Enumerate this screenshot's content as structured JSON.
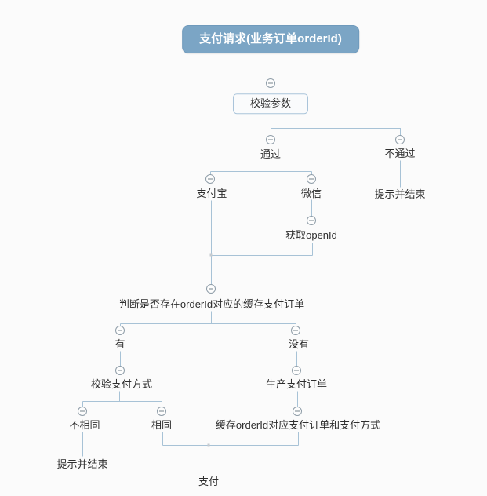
{
  "app": {
    "view_title": "支付流程脑图",
    "background": "#FBFBFB"
  },
  "colors": {
    "root_fill": "#7BA5C5",
    "root_border": "#6F9ABC",
    "root_text": "#FFFFFF",
    "connector_line": "#A7C2D6",
    "box_border": "#A9C4DA",
    "box_fill": "#FAFBFC",
    "label_text": "#2E2E2E",
    "collapse_ring": "#8F9DA8"
  },
  "icons": {
    "collapse": "−"
  },
  "diagram": {
    "type": "mindmap-flowchart",
    "nodes": [
      {
        "id": "root",
        "label": "支付请求(业务订单orderId)"
      },
      {
        "id": "check_params",
        "label": "校验参数"
      },
      {
        "id": "pass",
        "label": "通过"
      },
      {
        "id": "fail",
        "label": "不通过"
      },
      {
        "id": "fail_end",
        "label": "提示并结束"
      },
      {
        "id": "alipay",
        "label": "支付宝"
      },
      {
        "id": "wechat",
        "label": "微信"
      },
      {
        "id": "get_openid",
        "label": "获取openId"
      },
      {
        "id": "judge_cache",
        "label": "判断是否存在orderId对应的缓存支付订单"
      },
      {
        "id": "has",
        "label": "有"
      },
      {
        "id": "has_not",
        "label": "没有"
      },
      {
        "id": "verify_pay_method",
        "label": "校验支付方式"
      },
      {
        "id": "create_pay_order",
        "label": "生产支付订单"
      },
      {
        "id": "not_same",
        "label": "不相同"
      },
      {
        "id": "same",
        "label": "相同"
      },
      {
        "id": "cache_order",
        "label": "缓存orderId对应支付订单和支付方式"
      },
      {
        "id": "end_prompt",
        "label": "提示并结束"
      },
      {
        "id": "pay",
        "label": "支付"
      }
    ],
    "structure": {
      "root": [
        "check_params"
      ],
      "check_params": [
        "pass",
        "fail"
      ],
      "pass": [
        "alipay",
        "wechat"
      ],
      "fail": [
        "fail_end"
      ],
      "wechat": [
        "get_openid"
      ],
      "alipay_and_get_openid": [
        "judge_cache"
      ],
      "judge_cache": [
        "has",
        "has_not"
      ],
      "has": [
        "verify_pay_method"
      ],
      "has_not": [
        "create_pay_order"
      ],
      "verify_pay_method": [
        "not_same",
        "same"
      ],
      "create_pay_order": [
        "cache_order"
      ],
      "not_same": [
        "end_prompt"
      ],
      "same_and_cache_order": [
        "pay"
      ]
    }
  }
}
